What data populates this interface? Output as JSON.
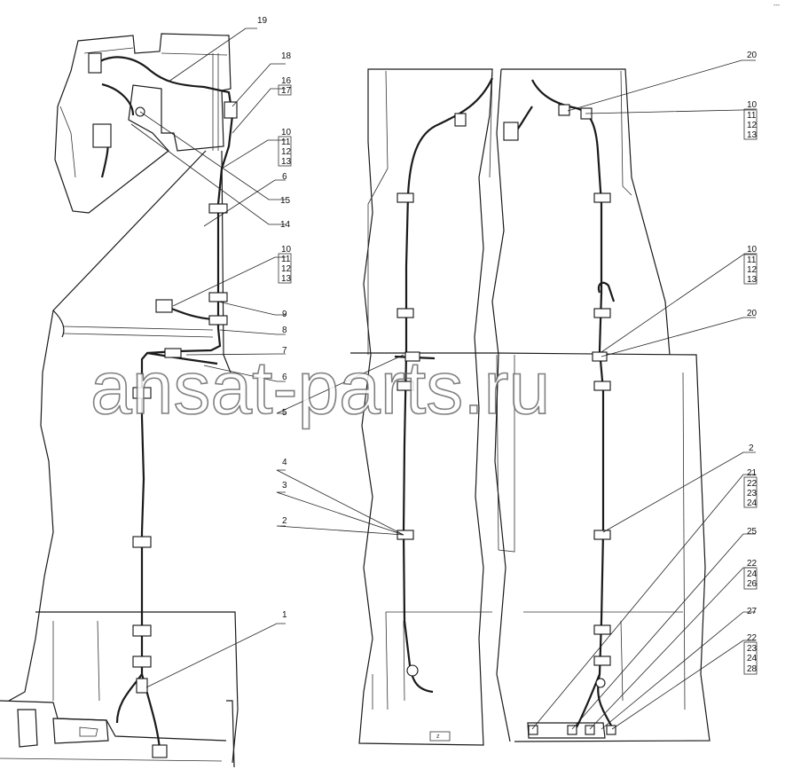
{
  "watermark": "ansat-parts.ru",
  "corner_mark": "---",
  "bottom_mark": "z",
  "callouts_left": [
    {
      "id": "c19",
      "label": "19"
    },
    {
      "id": "c18",
      "label": "18"
    },
    {
      "id": "c16",
      "label": "16"
    },
    {
      "id": "c17",
      "label": "17"
    },
    {
      "id": "c10a",
      "label": "10"
    },
    {
      "id": "c11a",
      "label": "11"
    },
    {
      "id": "c12a",
      "label": "12"
    },
    {
      "id": "c13a",
      "label": "13"
    },
    {
      "id": "c6a",
      "label": "6"
    },
    {
      "id": "c15",
      "label": "15"
    },
    {
      "id": "c14",
      "label": "14"
    },
    {
      "id": "c10b",
      "label": "10"
    },
    {
      "id": "c11b",
      "label": "11"
    },
    {
      "id": "c12b",
      "label": "12"
    },
    {
      "id": "c13b",
      "label": "13"
    },
    {
      "id": "c9",
      "label": "9"
    },
    {
      "id": "c8",
      "label": "8"
    },
    {
      "id": "c7",
      "label": "7"
    },
    {
      "id": "c6b",
      "label": "6"
    },
    {
      "id": "c5",
      "label": "5"
    },
    {
      "id": "c4",
      "label": "4"
    },
    {
      "id": "c3",
      "label": "3"
    },
    {
      "id": "c2a",
      "label": "2"
    },
    {
      "id": "c1",
      "label": "1"
    }
  ],
  "callouts_right": [
    {
      "id": "r20a",
      "label": "20"
    },
    {
      "id": "r10a",
      "label": "10"
    },
    {
      "id": "r11a",
      "label": "11"
    },
    {
      "id": "r12a",
      "label": "12"
    },
    {
      "id": "r13a",
      "label": "13"
    },
    {
      "id": "r10b",
      "label": "10"
    },
    {
      "id": "r11b",
      "label": "11"
    },
    {
      "id": "r12b",
      "label": "12"
    },
    {
      "id": "r13b",
      "label": "13"
    },
    {
      "id": "r20b",
      "label": "20"
    },
    {
      "id": "r2",
      "label": "2"
    },
    {
      "id": "r21",
      "label": "21"
    },
    {
      "id": "r22a",
      "label": "22"
    },
    {
      "id": "r23a",
      "label": "23"
    },
    {
      "id": "r24a",
      "label": "24"
    },
    {
      "id": "r25",
      "label": "25"
    },
    {
      "id": "r22b",
      "label": "22"
    },
    {
      "id": "r24b",
      "label": "24"
    },
    {
      "id": "r26",
      "label": "26"
    },
    {
      "id": "r27",
      "label": "27"
    },
    {
      "id": "r22c",
      "label": "22"
    },
    {
      "id": "r23c",
      "label": "23"
    },
    {
      "id": "r24c",
      "label": "24"
    },
    {
      "id": "r28",
      "label": "28"
    }
  ]
}
